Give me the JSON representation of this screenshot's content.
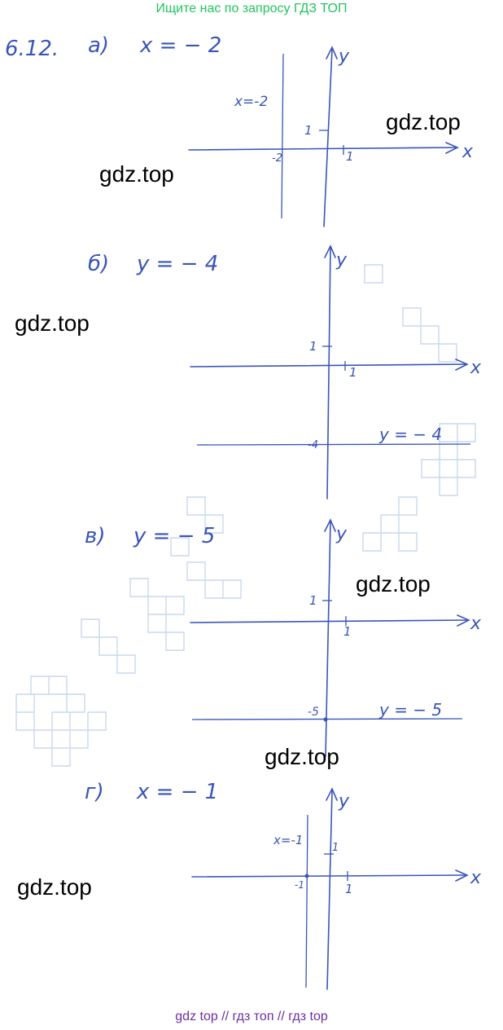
{
  "banner": "Ищите нас по запросу ГДЗ ТОП",
  "footer": "gdz top  //  гдз топ  //  гдз top",
  "colors": {
    "ink": "#3a55b8",
    "banner": "#22c55e",
    "footer": "#6b2fa3"
  },
  "problem_number": "6.12.",
  "parts": [
    {
      "label": "а)",
      "equation": "x = − 2",
      "line_label": "x=-2",
      "tick_x": "1",
      "tick_y": "1",
      "line_value": "-2"
    },
    {
      "label": "б)",
      "equation": "y = − 4",
      "line_label": "y = − 4",
      "tick_x": "1",
      "tick_y": "1",
      "line_value": "-4"
    },
    {
      "label": "в)",
      "equation": "y = − 5",
      "line_label": "y = − 5",
      "tick_x": "1",
      "tick_y": "1",
      "line_value": "-5"
    },
    {
      "label": "г)",
      "equation": "x = − 1",
      "line_label": "x=-1",
      "tick_x": "1",
      "tick_y": "1",
      "line_value": "-1"
    }
  ],
  "axis_x": "x",
  "axis_y": "y",
  "watermarks": [
    "gdz.top",
    "gdz.top",
    "gdz.top",
    "gdz.top",
    "gdz.top",
    "gdz.top"
  ]
}
